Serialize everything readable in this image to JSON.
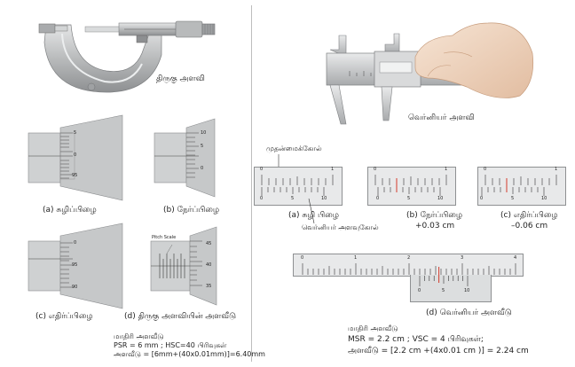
{
  "left": {
    "micrometer_caption": "திருகு அளவி",
    "thimbles": {
      "a_ticks": [
        "5",
        "0",
        "95"
      ],
      "b_ticks": [
        "10",
        "5",
        "0"
      ],
      "c_ticks": [
        "0",
        "95",
        "90"
      ],
      "d_ticks": [
        "45",
        "40",
        "35"
      ],
      "d_pitch_label": "Pitch Scale"
    },
    "captions": {
      "a": "(a) சுழிப்பிழை",
      "b": "(b) நேர்ப்பிழை",
      "c": "(c) எதிர்ப்பிழை",
      "d": "(d) திருகு அளவியின் அளவீடு"
    },
    "example": {
      "title": "மாதிரி அளவீடு",
      "line1": "PSR =  6 mm ;  HSC=40  பிரிவுகள்",
      "line2": "அளவீடு  = [6mm+(40x0.01mm)]=6.40mm"
    }
  },
  "right": {
    "caliper_caption": "வெர்னியர் அளவி",
    "main_scale_label": "முதன்மைக்கோல்",
    "vernier_label": "வெர்னியர் அளவுகோல்",
    "scales": {
      "a_labels": [
        "0",
        "1",
        "0",
        "5",
        "10"
      ],
      "b_labels": [
        "0",
        "1",
        "0",
        "5",
        "10"
      ],
      "c_labels": [
        "0",
        "1",
        "0",
        "5",
        "10"
      ],
      "d_main": [
        "0",
        "1",
        "2",
        "3",
        "4"
      ],
      "d_vernier": [
        "0",
        "5",
        "10"
      ]
    },
    "captions": {
      "a": "(a) சுழி பிழை",
      "b": "(b) நேர்ப்பிழை",
      "b_value": "+0.03 cm",
      "c": "(c) எதிர்ப்பிழை",
      "c_value": "–0.06 cm",
      "d": "(d) வெர்னியர் அளவீடு"
    },
    "example": {
      "title": "மாதிரி அளவீடு",
      "line1": "MSR = 2.2 cm ; VSC = 4 பிரிவுகள்;",
      "line2": "அளவீடு = [2.2 cm  +(4x0.01 cm )] = 2.24 cm"
    }
  },
  "colors": {
    "metal": "#c9cbcc",
    "dark": "#555555",
    "red": "#d33b2c"
  }
}
